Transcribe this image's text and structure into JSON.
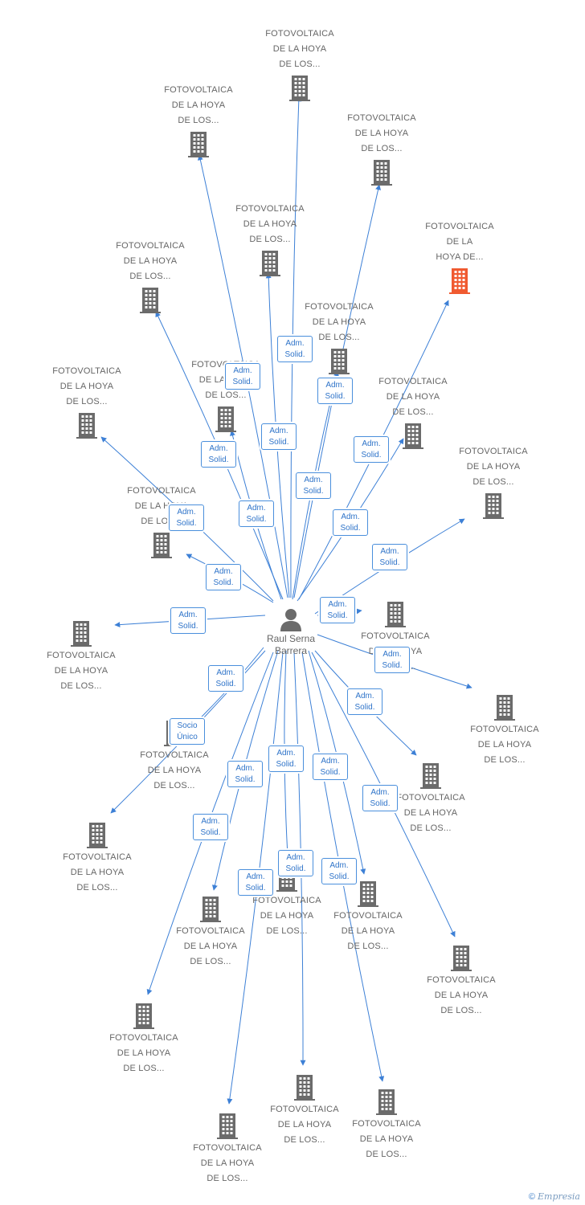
{
  "center": {
    "name_line1": "Raul Serna",
    "name_line2": "Barrera",
    "icon": "person-icon"
  },
  "company_lines": {
    "l1": "FOTOVOLTAICA",
    "l2": "DE LA HOYA",
    "l3": "DE LOS..."
  },
  "highlight_lines": {
    "l1": "FOTOVOLTAICA",
    "l2": "DE LA",
    "l3": "HOYA DE..."
  },
  "badges": {
    "adm_l1": "Adm.",
    "adm_l2": "Solid.",
    "socio_l1": "Socio",
    "socio_l2": "Único"
  },
  "colors": {
    "edge": "#3d80d6",
    "building": "#6b6b6b",
    "highlight": "#f05a30",
    "badge_text": "#2f74c9"
  },
  "footer": {
    "copyright": "©",
    "brand": "Empresia"
  }
}
